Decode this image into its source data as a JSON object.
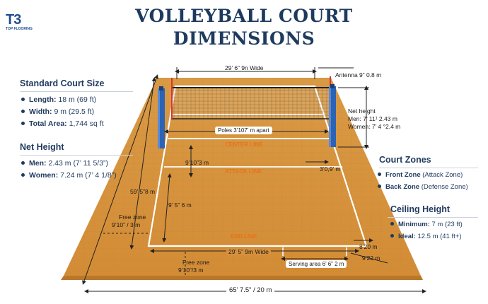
{
  "title": {
    "line1": "VOLLEYBALL COURT",
    "line2": "DIMENSIONS"
  },
  "logo": {
    "mark": "T3",
    "subtitle": "TOP FLOORING"
  },
  "standard_court": {
    "heading": "Standard Court Size",
    "items": [
      {
        "label": "Length:",
        "value": "18 m (69 ft)"
      },
      {
        "label": "Width:",
        "value": "9 m (29.5 ft)"
      },
      {
        "label": "Total Area:",
        "value": "1,744 sq ft"
      }
    ]
  },
  "net_height_panel": {
    "heading": "Net Height",
    "items": [
      {
        "label": "Men:",
        "value": "2.43 m (7’ 11 5/3”)"
      },
      {
        "label": "Women:",
        "value": "7.24 m (7’ 4 1/8”)"
      }
    ]
  },
  "court_zones": {
    "heading": "Court Zones",
    "items": [
      {
        "label": "Front Zone",
        "value": "(Attack Zone)"
      },
      {
        "label": "Back Zone",
        "value": "(Defense Zone)"
      }
    ]
  },
  "ceiling_height": {
    "heading": "Ceiling Height",
    "items": [
      {
        "label": "Minimum:",
        "value": "7 m (23 ft)"
      },
      {
        "label": "Ideal:",
        "value": "12.5 m (41 ft+)"
      }
    ]
  },
  "court_labels": {
    "top_width": "29’ 6” 9n Wide",
    "antenna": "Antenna 9” 0.8 m",
    "net_height_title": "Net height",
    "net_height_men": "Men: 7’ 11¹ 2.43 m",
    "net_height_women": "Women: 7’ 4 °2.4 m",
    "poles": "Poles 3’107’ m apart",
    "center_line": "CENTER LINE",
    "attack_line": "ATTACK LINE",
    "end_line": "END LINE",
    "attack_depth": "9’10”3 m",
    "attack_right": "3’0,9’ m",
    "side_length": "59’ 5”8 m",
    "half_depth": "9’ 5” 6 m",
    "free_zone_left": "Free zone",
    "free_zone_left_value": "9’10” / 3 m",
    "bottom_width": "29’ 5” 9m Wide",
    "free_zone_bottom": "Free zone",
    "free_zone_bottom_value": "9’10”/3 m",
    "serving_area": "Serving area 6’ 6” 2 m",
    "right_8": "8’20 m",
    "right_9": "9’22 m",
    "total_length": "65’ 7.5” / 20 m"
  },
  "colors": {
    "navy": "#1f3a5f",
    "wood": "#d9953f",
    "orange_line_text": "#e8731a",
    "pole": "#2b63b5"
  }
}
